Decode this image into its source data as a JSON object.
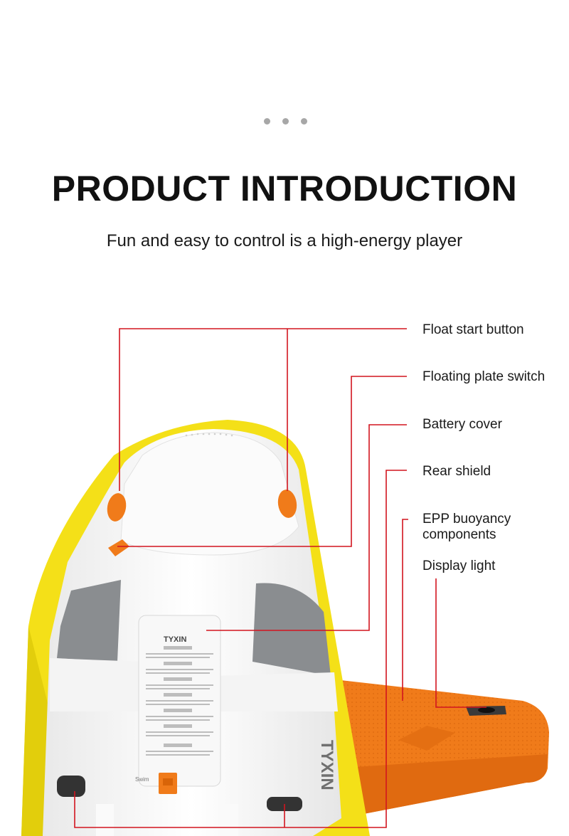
{
  "header": {
    "title": "PRODUCT INTRODUCTION",
    "subtitle": "Fun and easy to control is a high-energy player"
  },
  "callouts": [
    {
      "id": "float-start-button",
      "label": "Float start button"
    },
    {
      "id": "floating-plate-switch",
      "label": "Floating plate switch"
    },
    {
      "id": "battery-cover",
      "label": "Battery cover"
    },
    {
      "id": "rear-shield",
      "label": "Rear shield"
    },
    {
      "id": "epp-buoyancy",
      "label_line1": "EPP buoyancy",
      "label_line2": "components"
    },
    {
      "id": "display-light",
      "label": "Display light"
    }
  ],
  "product": {
    "brand_top": "TYXIN",
    "brand_side": "TYXIN",
    "swim_mark": "Swim"
  },
  "colors": {
    "callout_line": "#d2151f",
    "yellow": "#f4e018",
    "orange": "#f07b1a",
    "body_white": "#f7f7f7",
    "gray_panel": "#8a8d90"
  }
}
